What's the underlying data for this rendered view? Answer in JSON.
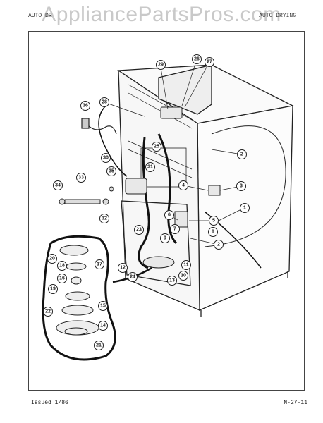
{
  "watermark": "AppliancePartsPros.com",
  "header": {
    "left": "AUTO DR",
    "right": "AUTO DRYING"
  },
  "footer": {
    "left": "Issued 1/86",
    "right": "N-27-11"
  },
  "callouts": [
    "1",
    "2",
    "2",
    "3",
    "4",
    "5",
    "6",
    "7",
    "8",
    "9",
    "10",
    "11",
    "12",
    "13",
    "14",
    "15",
    "16",
    "17",
    "18",
    "19",
    "20",
    "21",
    "22",
    "23",
    "24",
    "25",
    "26",
    "27",
    "28",
    "29",
    "30",
    "31",
    "32",
    "33",
    "34",
    "35",
    "36"
  ]
}
